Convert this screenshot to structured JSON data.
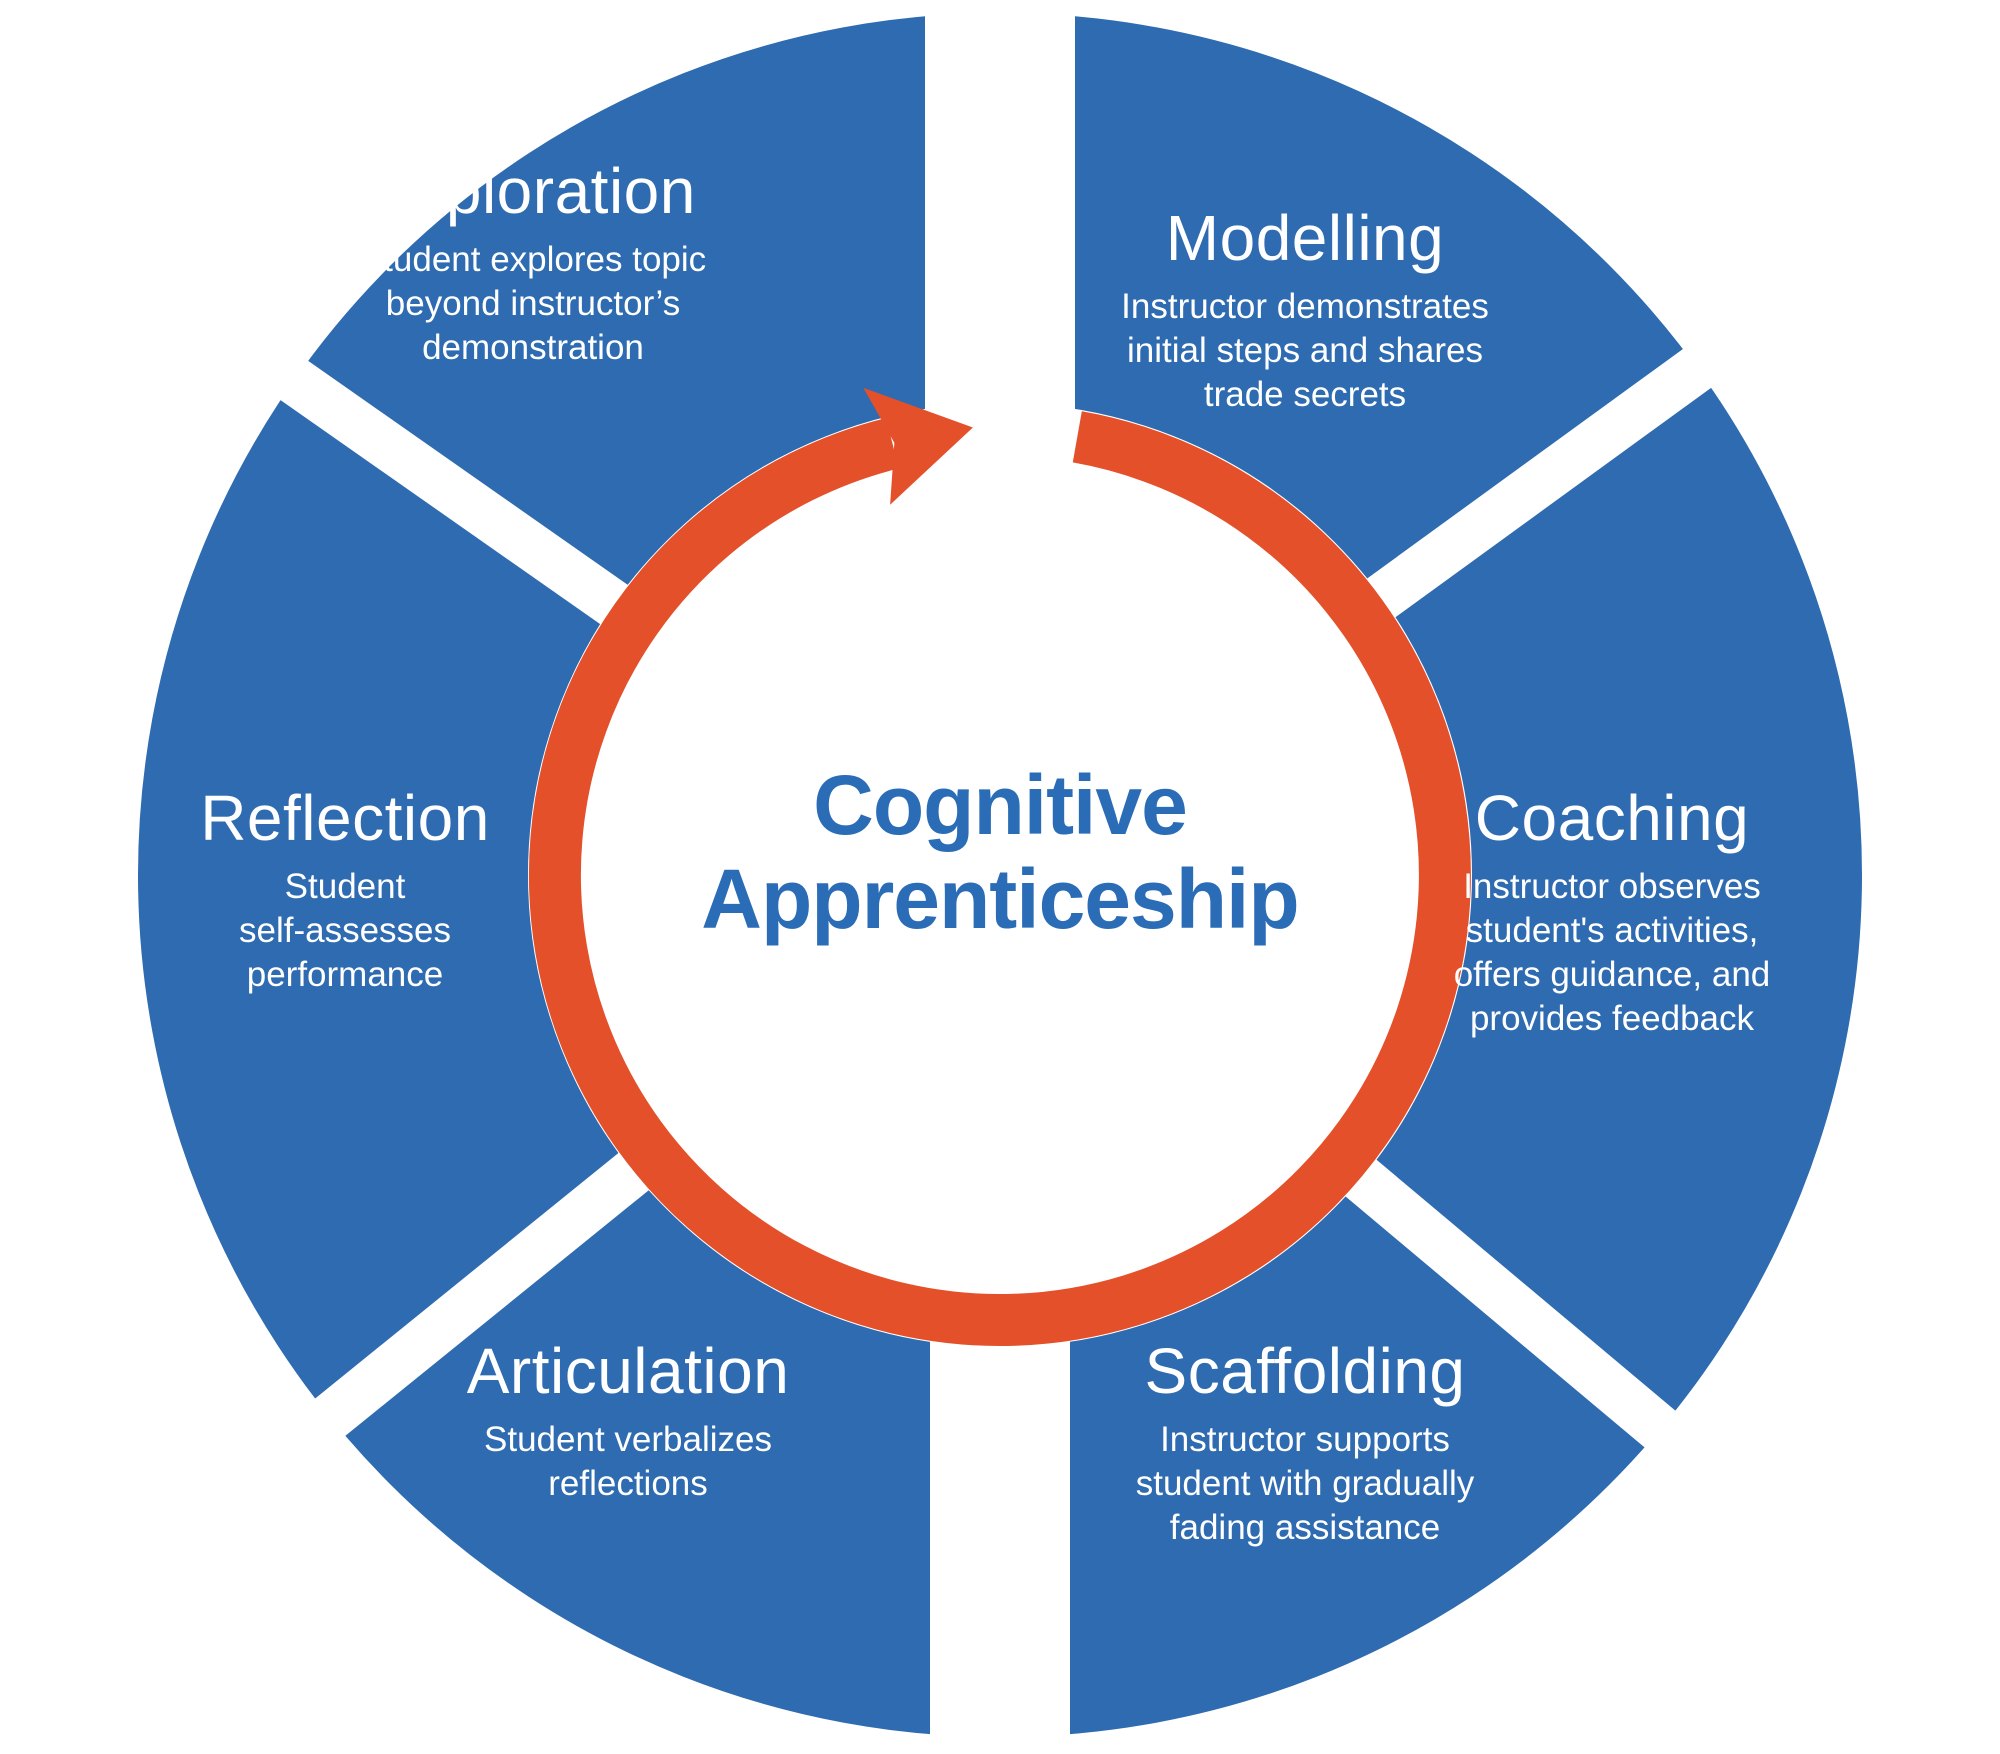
{
  "diagram_title": "Cognitive Apprenticeship cycle",
  "center_label": {
    "lines": [
      "Cognitive",
      "Apprenticeship"
    ]
  },
  "segments": [
    {
      "id": "modelling",
      "title": "Modelling",
      "description_lines": [
        "Instructor demonstrates",
        "initial steps and shares",
        "trade secrets"
      ]
    },
    {
      "id": "coaching",
      "title": "Coaching",
      "description_lines": [
        "Instructor observes",
        "student's activities,",
        "offers guidance, and",
        "provides feedback"
      ]
    },
    {
      "id": "scaffolding",
      "title": "Scaffolding",
      "description_lines": [
        "Instructor supports",
        "student with gradually",
        "fading assistance"
      ]
    },
    {
      "id": "articulation",
      "title": "Articulation",
      "description_lines": [
        "Student verbalizes",
        "reflections"
      ]
    },
    {
      "id": "reflection",
      "title": "Reflection",
      "description_lines": [
        "Student",
        "self-assesses",
        "performance"
      ]
    },
    {
      "id": "exploration",
      "title": "Exploration",
      "description_lines": [
        "Student explores topic",
        "beyond instructor’s",
        "demonstration"
      ]
    }
  ],
  "icons": {
    "cycle_arrow": "clockwise-circular-arrow"
  },
  "colors": {
    "segment_blue": "#2e6bb1",
    "arrow_orange": "#e4502a",
    "center_text_blue": "#2b6cb7",
    "segment_text_white": "#ffffff",
    "background_white": "#ffffff"
  }
}
